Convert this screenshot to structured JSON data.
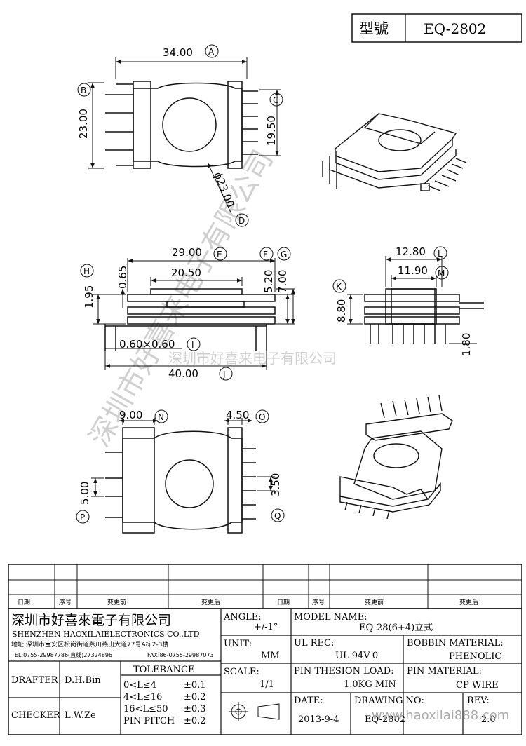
{
  "header": {
    "model_label": "型號",
    "model_value": "EQ-2802"
  },
  "top_view": {
    "dim_a": "34.00",
    "dim_b": "23.00",
    "dim_c": "19.50",
    "dim_d": "ϕ23.00",
    "markers": [
      "A",
      "B",
      "C",
      "D"
    ]
  },
  "side_view": {
    "dim_e": "29.00",
    "dim_h": "1.95",
    "dim_065": "0.65",
    "dim_2050": "20.50",
    "dim_f": "5.20",
    "dim_g": "7.00",
    "dim_i": "0.60×0.60",
    "dim_j": "40.00",
    "markers": [
      "E",
      "F",
      "G",
      "H",
      "I",
      "J"
    ]
  },
  "end_view": {
    "dim_l": "12.80",
    "dim_m": "11.90",
    "dim_k": "8.80",
    "dim_180": "1.80",
    "markers": [
      "K",
      "L",
      "M"
    ]
  },
  "bottom_view": {
    "dim_n": "9.00",
    "dim_o": "4.50",
    "dim_p": "5.00",
    "dim_q": "3.50",
    "markers": [
      "N",
      "O",
      "P",
      "Q"
    ]
  },
  "watermarks": {
    "vertical": "深圳市好喜来电子有限公司",
    "horizontal": "深圳市好喜来电子有限公司",
    "url": "www.haoxilai888.com"
  },
  "revision_table": {
    "headers": [
      "日期",
      "序号",
      "变更前",
      "变更后",
      "日期",
      "序号",
      "变更前",
      "变更后"
    ]
  },
  "company": {
    "name_cn": "深圳市好喜來電子有限公司",
    "name_en": "SHENZHEN HAOXILAIELECTRONICS CO.,LTD",
    "address": "地址:深圳市宝安区松岗街道燕川燕山大道77号A栋2-3楼",
    "tel": "TEL:0755-29987786(直线)27324896",
    "fax": "FAX:86-0755-29987073"
  },
  "title_block": {
    "angle_label": "ANGLE:",
    "angle_value": "+/-1°",
    "unit_label": "UNIT:",
    "unit_value": "MM",
    "scale_label": "SCALE:",
    "scale_value": "1/1",
    "model_name_label": "MODEL NAME:",
    "model_name_value": "EQ-28(6+4)立式",
    "ul_rec_label": "UL REC:",
    "ul_rec_value": "UL 94V-0",
    "bobbin_label": "BOBBIN MATERIAL:",
    "bobbin_value": "PHENOLIC",
    "pin_load_label": "PIN THESION LOAD:",
    "pin_load_value": "1.0KG MIN",
    "pin_mat_label": "PIN MATERIAL:",
    "pin_mat_value": "CP  WIRE",
    "date_label": "DATE:",
    "date_value": "2013-9-4",
    "drawing_label": "DRAWING NO:",
    "drawing_value": "EQ-2802",
    "rev_label": "REV:",
    "rev_value": "2.0",
    "drafter_label": "DRAFTER",
    "drafter_value": "D.H.Bin",
    "checker_label": "CHECKER",
    "checker_value": "L.W.Ze",
    "tolerance_label": "TOLERANCE",
    "tol_rows": [
      {
        "range": "0<L≤4",
        "tol": "±0.1"
      },
      {
        "range": "4<L≤16",
        "tol": "±0.2"
      },
      {
        "range": "16<L≤50",
        "tol": "±0.3"
      },
      {
        "range": "PIN PITCH",
        "tol": "±0.2"
      }
    ]
  }
}
